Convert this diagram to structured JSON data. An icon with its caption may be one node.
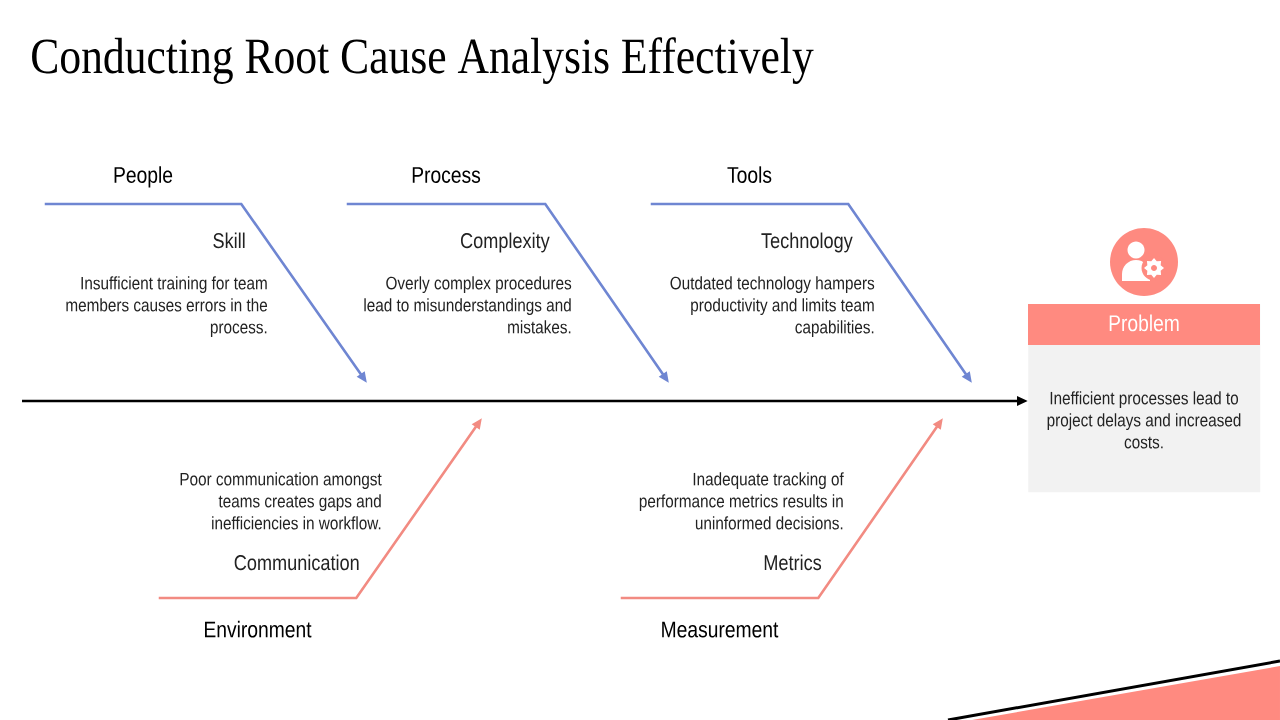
{
  "diagram": {
    "title": "Conducting Root Cause Analysis Effectively",
    "nodes": [
      {
        "text": [
          "People"
        ],
        "beside": [
          "Skill",
          "Insufficient training for team members causes errors in the process."
        ]
      },
      {
        "text": [
          "Process"
        ],
        "beside": [
          "Complexity",
          "Overly complex procedures lead to misunderstandings and mistakes."
        ]
      },
      {
        "text": [
          "Tools"
        ],
        "beside": [
          "Technology",
          "Outdated technology hampers productivity and limits team capabilities."
        ]
      },
      {
        "text": [
          "Environment"
        ],
        "beside": [
          "Communication",
          "Poor communication amongst teams creates gaps and inefficiencies in workflow."
        ]
      },
      {
        "text": [
          "Measurement"
        ],
        "beside": [
          "Metrics",
          "Inadequate tracking of performance metrics results in uninformed decisions."
        ]
      },
      {
        "text": [
          "Problem",
          "Inefficient processes lead to project delays and increased costs."
        ]
      }
    ],
    "edges": [
      {
        "from": 0,
        "to": null,
        "arrow": "to"
      },
      {
        "from": 1,
        "to": null,
        "arrow": "to"
      },
      {
        "from": 2,
        "to": null,
        "arrow": "to"
      },
      {
        "from": 3,
        "to": null,
        "arrow": "to",
        "color": "#f28b82"
      },
      {
        "from": 4,
        "to": null,
        "arrow": "to",
        "color": "#f28b82"
      },
      {
        "from": null,
        "to": 5,
        "arrow": "to",
        "color": "#000000"
      }
    ]
  }
}
